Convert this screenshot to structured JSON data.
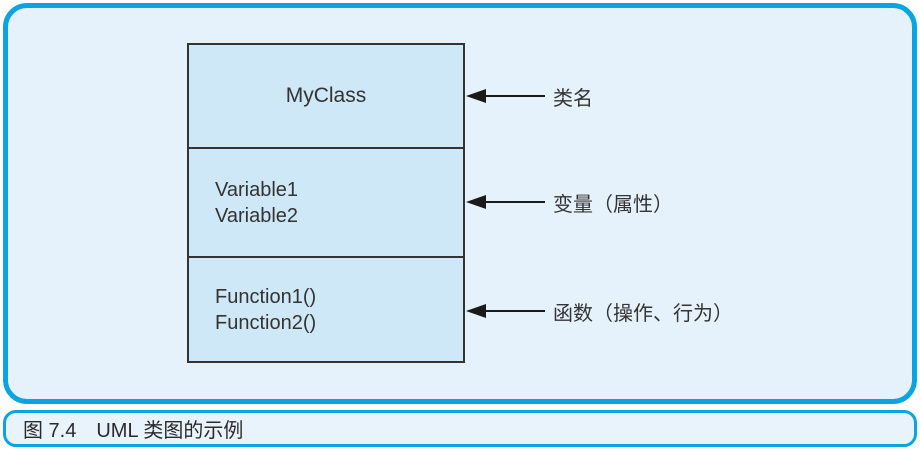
{
  "figure": {
    "type": "uml-class-diagram-example",
    "caption": {
      "number": "图 7.4",
      "title": "UML 类图的示例"
    },
    "uml_class": {
      "name": "MyClass",
      "variables": [
        "Variable1",
        "Variable2"
      ],
      "functions": [
        "Function1()",
        "Function2()"
      ]
    },
    "annotations": [
      {
        "label": "类名"
      },
      {
        "label": "变量（属性）"
      },
      {
        "label": "函数（操作、行为）"
      }
    ],
    "colors": {
      "accent": "#0aa4e2",
      "panel_background": "#e6f2fb",
      "class_box_fill": "#cfe8f7",
      "class_box_border": "#333333",
      "arrow": "#1a1a1a",
      "text": "#333333"
    }
  }
}
